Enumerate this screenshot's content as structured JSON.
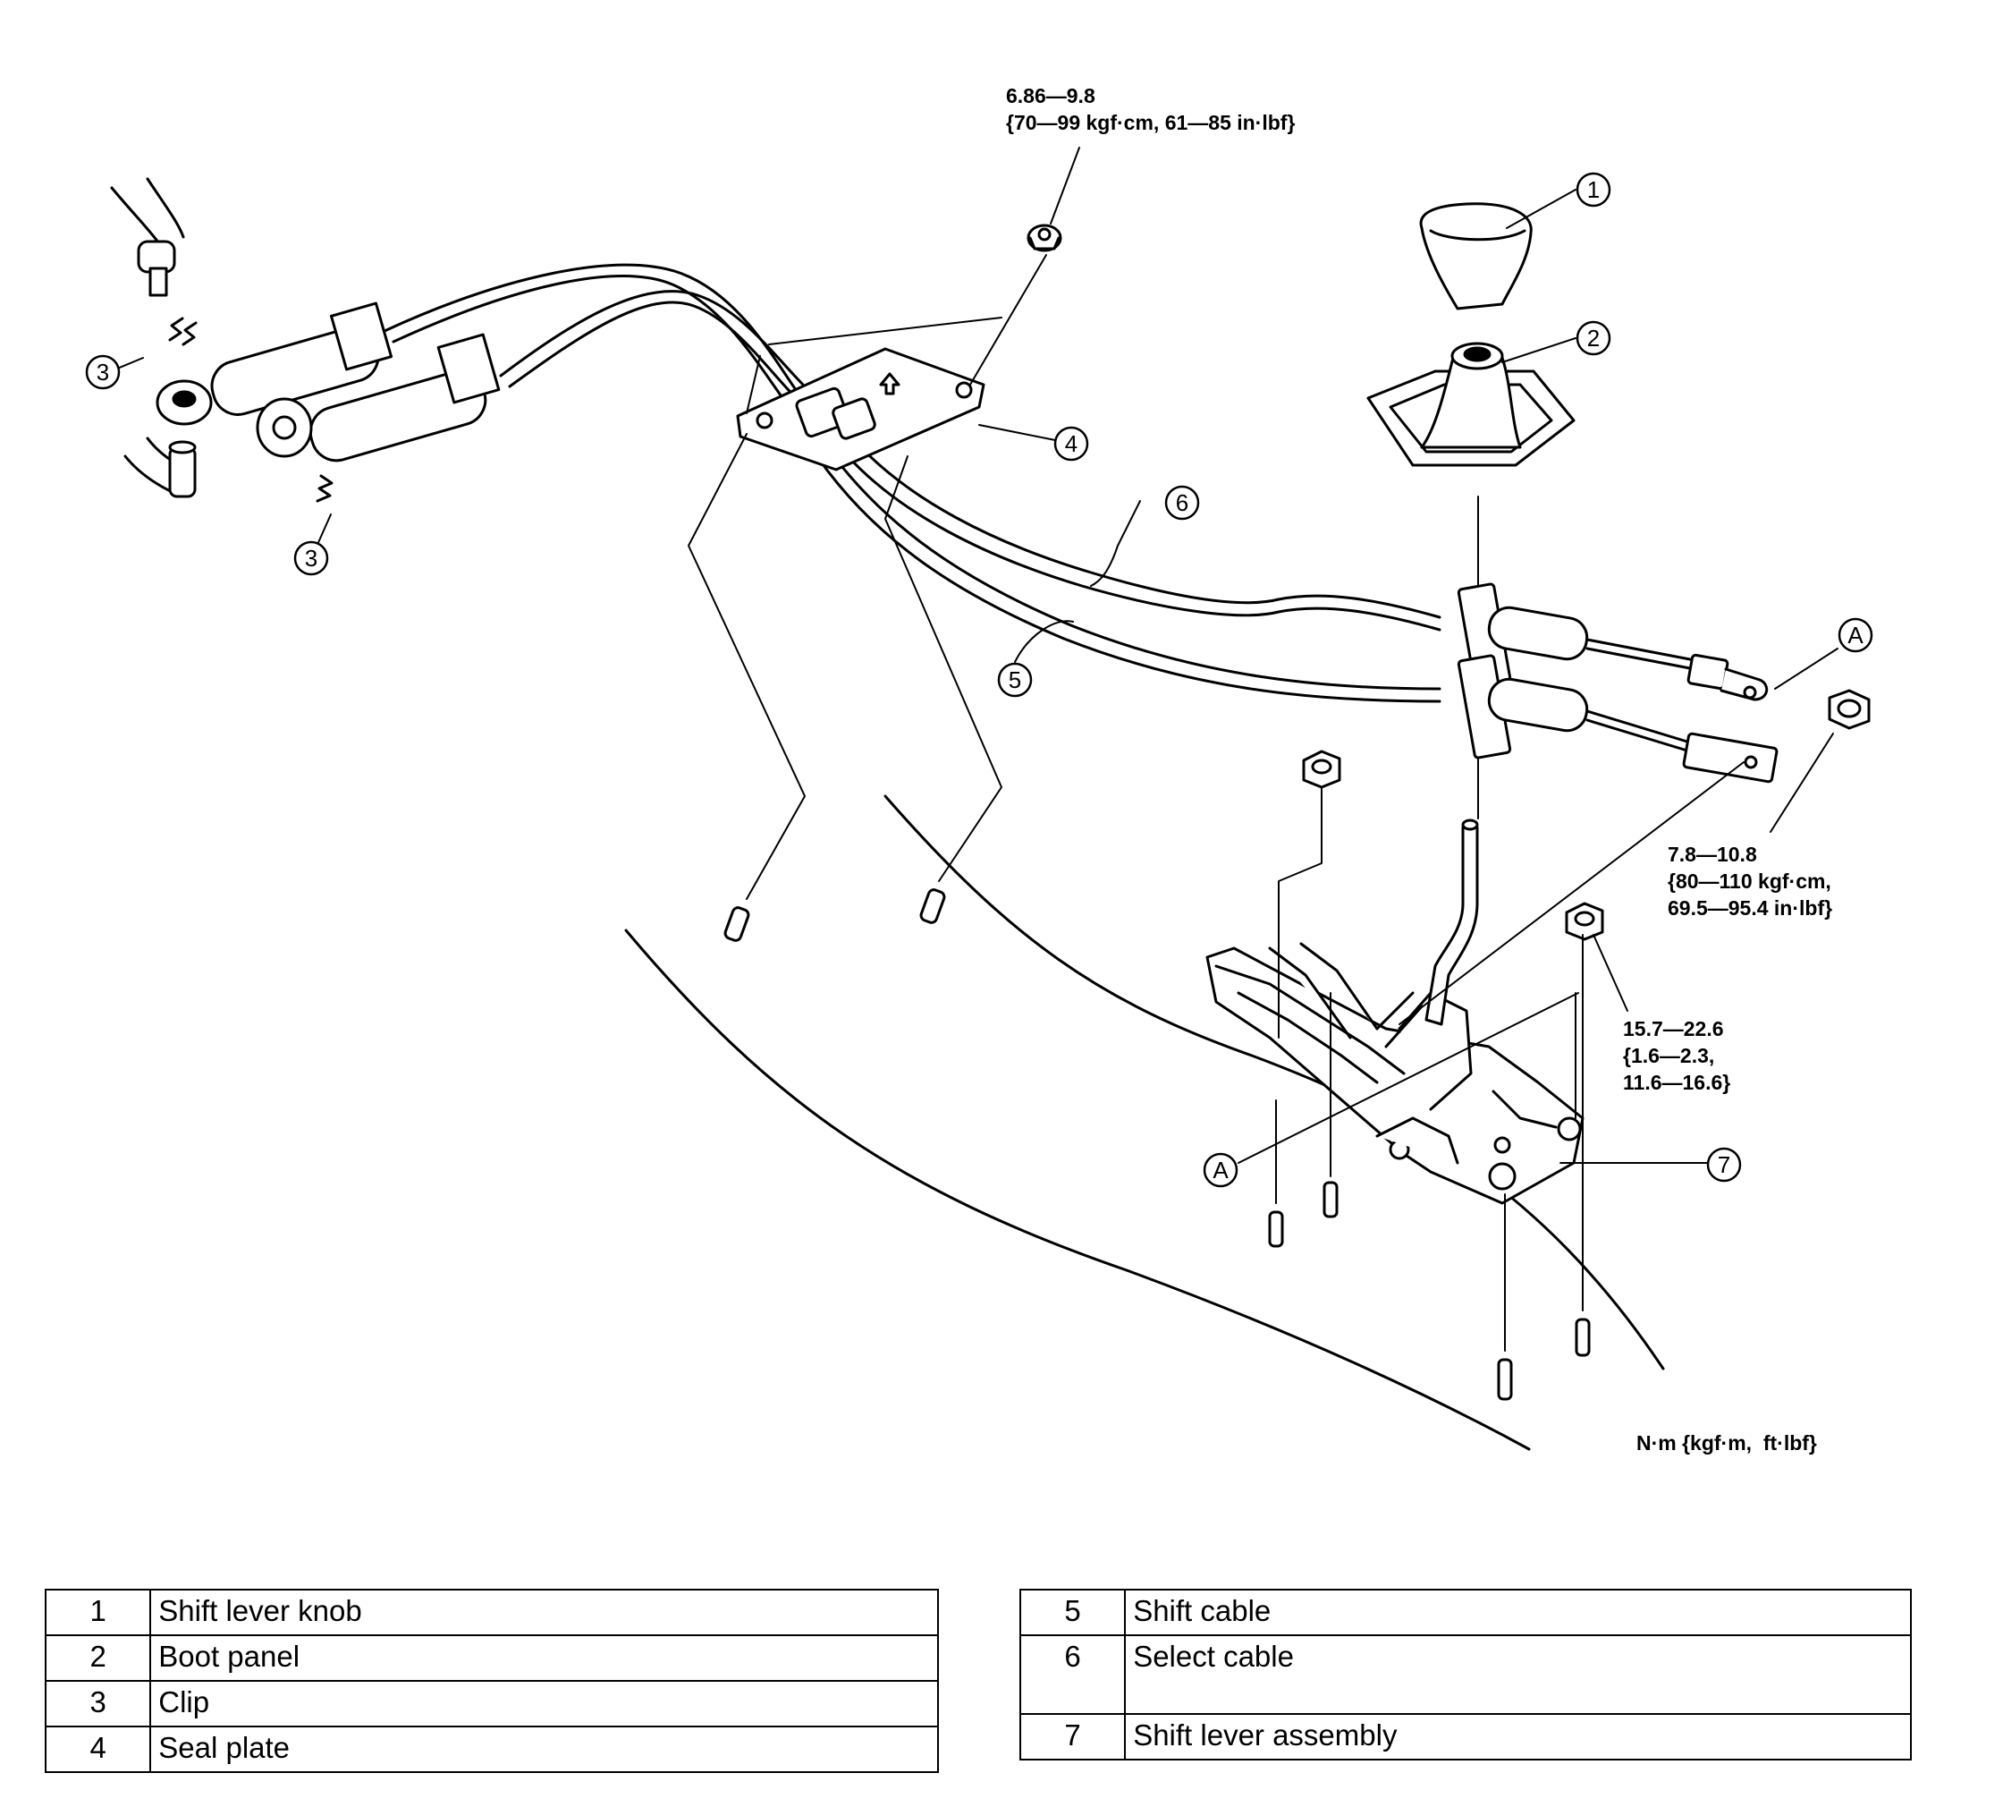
{
  "callouts": {
    "c1": "1",
    "c2": "2",
    "c3a": "3",
    "c3b": "3",
    "c4": "4",
    "c5": "5",
    "c6": "6",
    "c7": "7",
    "cA1": "A",
    "cA2": "A"
  },
  "torque": {
    "seal_plate_nut": "6.86—9.8\n{70—99 kgf·cm, 61—85 in·lbf}",
    "cable_end_nut": "7.8—10.8\n{80—110 kgf·cm,\n69.5—95.4 in·lbf}",
    "lever_nut": "15.7—22.6\n{1.6—2.3,\n11.6—16.6}",
    "unit_note": "N·m {kgf·m,  ft·lbf}"
  },
  "legend": {
    "left": [
      {
        "num": "1",
        "name": "Shift lever knob"
      },
      {
        "num": "2",
        "name": "Boot panel"
      },
      {
        "num": "3",
        "name": "Clip"
      },
      {
        "num": "4",
        "name": "Seal plate"
      }
    ],
    "right": [
      {
        "num": "5",
        "name": "Shift cable"
      },
      {
        "num": "6",
        "name": "Select cable"
      },
      {
        "num": "7",
        "name": "Shift lever assembly"
      }
    ]
  }
}
